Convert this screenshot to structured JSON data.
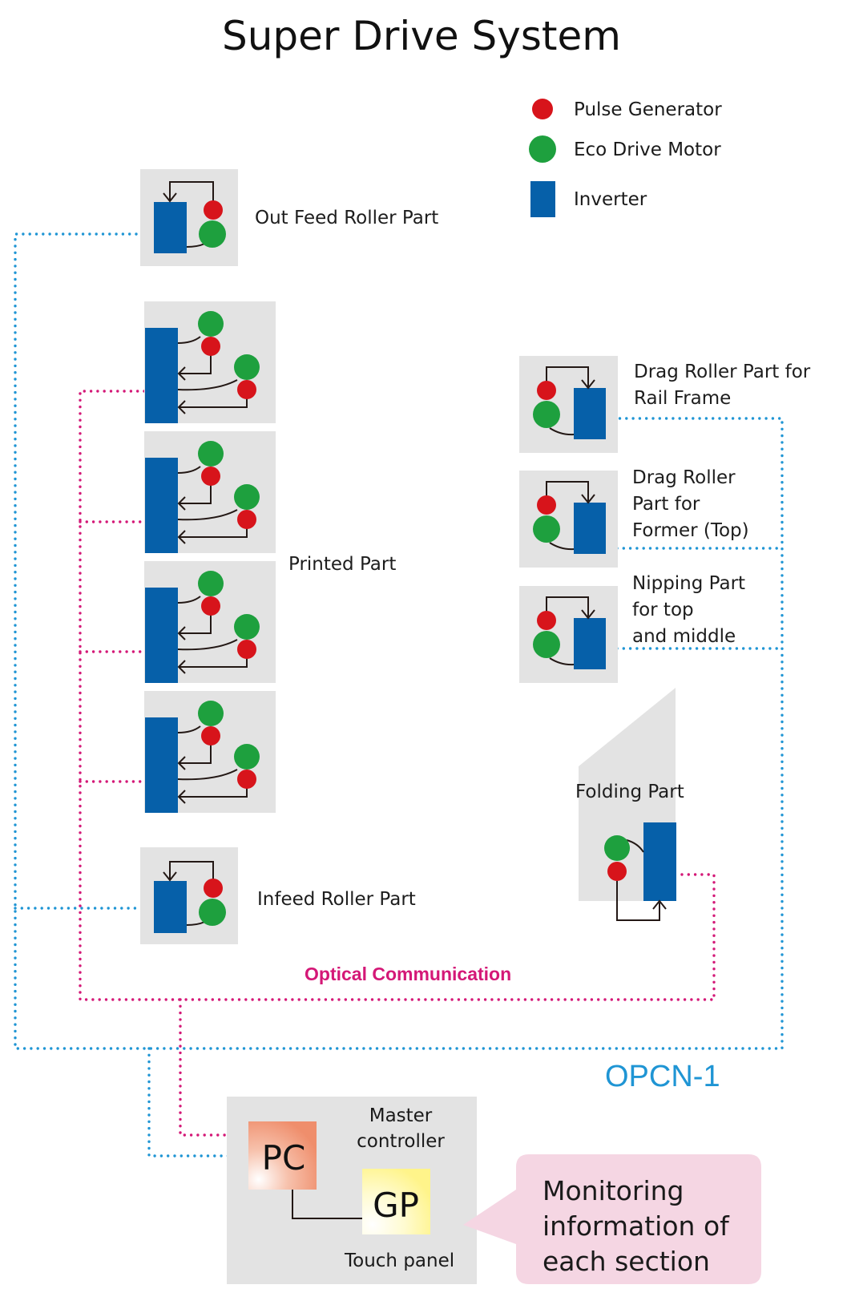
{
  "title": "Super Drive System",
  "colors": {
    "pulse_generator": "#d7141b",
    "eco_drive_motor": "#1ea03e",
    "inverter": "#0660a9",
    "box_bg": "#e3e3e3",
    "optical_line": "#d41877",
    "opcn_line": "#1f95d4",
    "pc_fill": "#f0977a",
    "gp_fill": "#fff799",
    "bubble_fill": "#f5d6e3"
  },
  "legend": [
    {
      "icon": "pulse-generator-icon",
      "label": "Pulse Generator"
    },
    {
      "icon": "eco-drive-motor-icon",
      "label": "Eco Drive Motor"
    },
    {
      "icon": "inverter-icon",
      "label": "Inverter"
    }
  ],
  "parts": {
    "out_feed": "Out Feed Roller Part",
    "printed": "Printed Part",
    "infeed": "Infeed Roller Part",
    "drag_rail": [
      "Drag Roller Part for",
      "Rail Frame"
    ],
    "drag_former": [
      "Drag Roller",
      "Part for",
      "Former (Top)"
    ],
    "nipping": [
      "Nipping Part",
      "for top",
      "and middle"
    ],
    "folding": "Folding Part"
  },
  "networks": {
    "optical": "Optical Communication",
    "opcn": "OPCN-1"
  },
  "controller": {
    "master": [
      "Master",
      "controller"
    ],
    "pc": "PC",
    "gp": "GP",
    "touch_panel": "Touch panel"
  },
  "callout": [
    "Monitoring",
    "information of",
    "each section"
  ]
}
